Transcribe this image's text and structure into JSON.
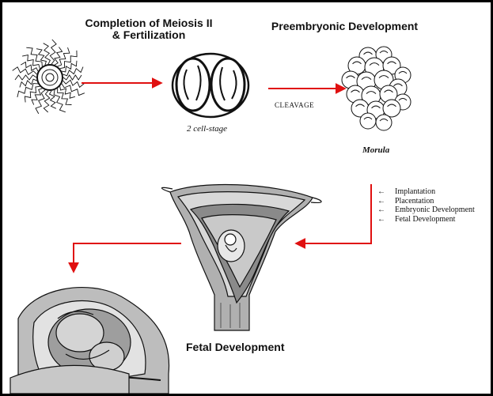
{
  "titles": {
    "meiosis_line1": "Completion of Meiosis II",
    "meiosis_line2": "& Fertilization",
    "preembryonic": "Preembryonic Development",
    "fetal": "Fetal Development"
  },
  "labels": {
    "two_cell": "2 cell-stage",
    "cleavage": "CLEAVAGE",
    "morula": "Morula"
  },
  "stages": [
    {
      "arrow": "←",
      "label": "Implantation"
    },
    {
      "arrow": "←",
      "label": "Placentation"
    },
    {
      "arrow": "←",
      "label": "Embryonic Development"
    },
    {
      "arrow": "←",
      "label": "Fetal Development"
    }
  ],
  "colors": {
    "arrow": "#e01010",
    "ink": "#111111",
    "tissue_gray": "#9a9a9a"
  }
}
